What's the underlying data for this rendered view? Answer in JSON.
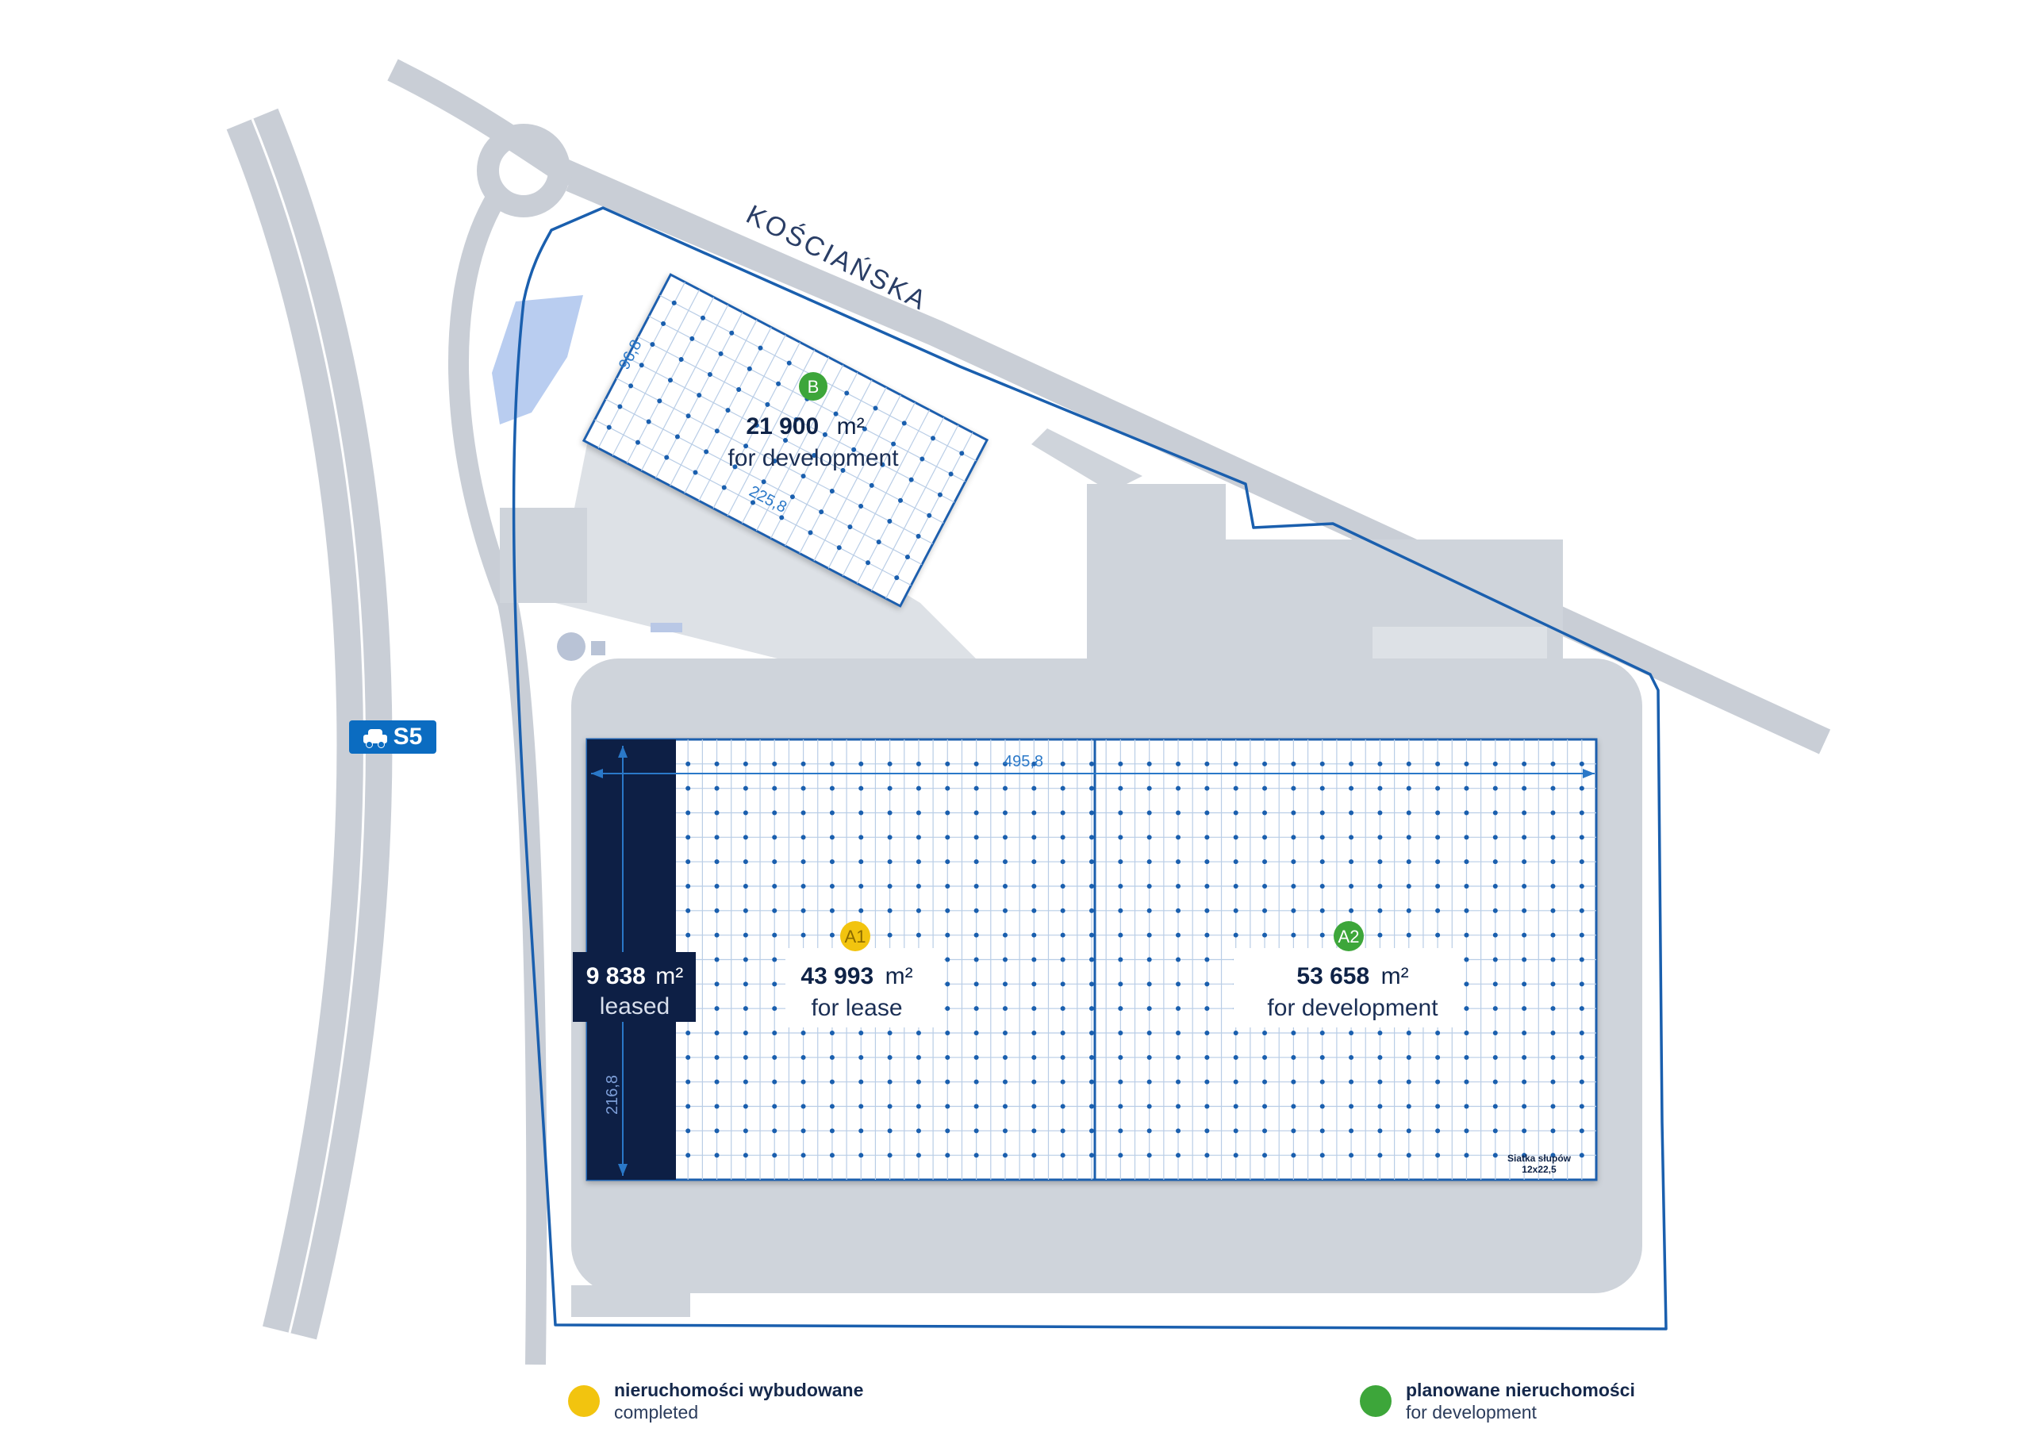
{
  "map": {
    "street_name": "KOŚCIAŃSKA",
    "road_sign": {
      "label": "S5",
      "icon": "car-icon",
      "color": "#0b6cc1"
    },
    "buildings": {
      "B": {
        "badge": "B",
        "badge_color": "#3da63a",
        "area_value": "21 900",
        "area_unit": "m²",
        "status": "for development",
        "dim_width": "225,8",
        "dim_depth": "96,8"
      },
      "A1": {
        "badge": "A1",
        "badge_color": "#f2c40f",
        "area_value": "43 993",
        "area_unit": "m²",
        "status": "for lease"
      },
      "A2": {
        "badge": "A2",
        "badge_color": "#3da63a",
        "area_value": "53 658",
        "area_unit": "m²",
        "status": "for development"
      },
      "leased": {
        "area_value": "9 838",
        "area_unit": "m²",
        "status": "leased",
        "color": "#0d1f45"
      },
      "A_dims": {
        "width": "495,8",
        "depth": "216,8"
      },
      "column_grid_title": "Siatka słupów",
      "column_grid_value": "12x22,5"
    }
  },
  "legend": [
    {
      "title": "nieruchomości wybudowane",
      "subtitle": "completed",
      "color": "#f2c40f"
    },
    {
      "title": "planowane nieruchomości",
      "subtitle": "for development",
      "color": "#3da63a"
    }
  ],
  "colors": {
    "boundary": "#1a5fae",
    "road": "#c9ced6",
    "grid_dot": "#1a5fae"
  }
}
